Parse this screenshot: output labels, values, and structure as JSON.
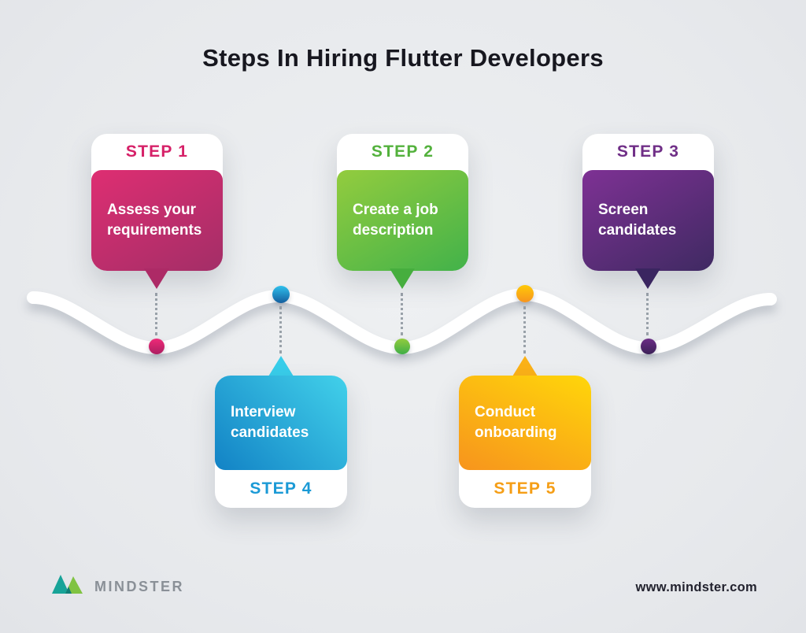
{
  "title": "Steps In Hiring Flutter Developers",
  "steps": [
    {
      "label": "STEP 1",
      "text": "Assess your requirements",
      "accent": "#d62168",
      "gradient": [
        "#de2e72",
        "#a32e67"
      ],
      "dot_color": "#d6246e",
      "position": "top"
    },
    {
      "label": "STEP 2",
      "text": "Create a job description",
      "accent": "#53b13c",
      "gradient": [
        "#93cc3e",
        "#42b24a"
      ],
      "dot_color": "#6abf3f",
      "position": "top"
    },
    {
      "label": "STEP 3",
      "text": "Screen candidates",
      "accent": "#702f87",
      "gradient": [
        "#7e3194",
        "#3f2a62"
      ],
      "dot_color": "#5c2d83",
      "position": "top"
    },
    {
      "label": "STEP 4",
      "text": "Interview candidates",
      "accent": "#1b9ad6",
      "gradient": [
        "#42d1ea",
        "#1282c5"
      ],
      "dot_color": "#1ea8dd",
      "position": "bottom"
    },
    {
      "label": "STEP 5",
      "text": "Conduct onboarding",
      "accent": "#f59e16",
      "gradient": [
        "#ffd60a",
        "#f7941d"
      ],
      "dot_color": "#f9a51a",
      "position": "bottom"
    }
  ],
  "timeline": {
    "line_color": "#ffffff",
    "connector_color": "#99a1a9"
  },
  "footer": {
    "brand": "MINDSTER",
    "website": "www.mindster.com",
    "logo_icon": "mindster-m-logo",
    "logo_colors": [
      "#17a398",
      "#80c342"
    ]
  }
}
